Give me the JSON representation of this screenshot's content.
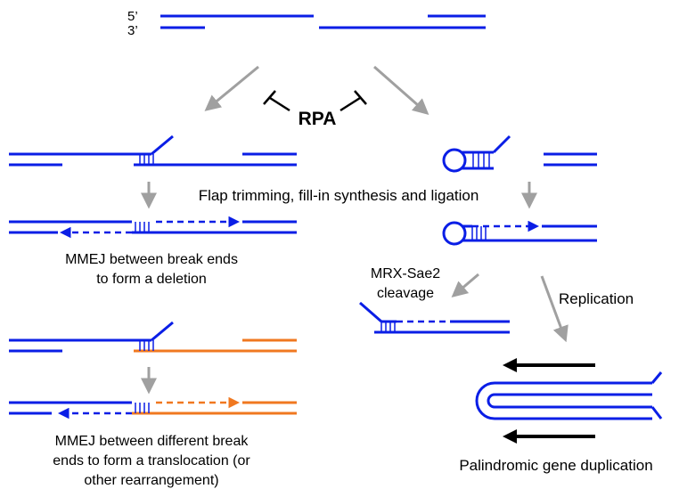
{
  "strand_labels": {
    "five_prime": "5’",
    "three_prime": "3’"
  },
  "inhibitor": "RPA",
  "step_caption": "Flap trimming, fill-in synthesis and ligation",
  "outcomes": {
    "deletion": [
      "MMEJ between break ends",
      "to form a deletion"
    ],
    "translocation": [
      "MMEJ between different break",
      "ends to form a translocation (or",
      "other rearrangement)"
    ],
    "cleavage": [
      "MRX-Sae2",
      "cleavage"
    ],
    "replication": "Replication",
    "duplication": "Palindromic gene duplication"
  },
  "colors": {
    "dna": "#0a1ee6",
    "foreign_dna": "#f07820",
    "arrow": "#a0a0a0",
    "inhibit": "#000000"
  }
}
